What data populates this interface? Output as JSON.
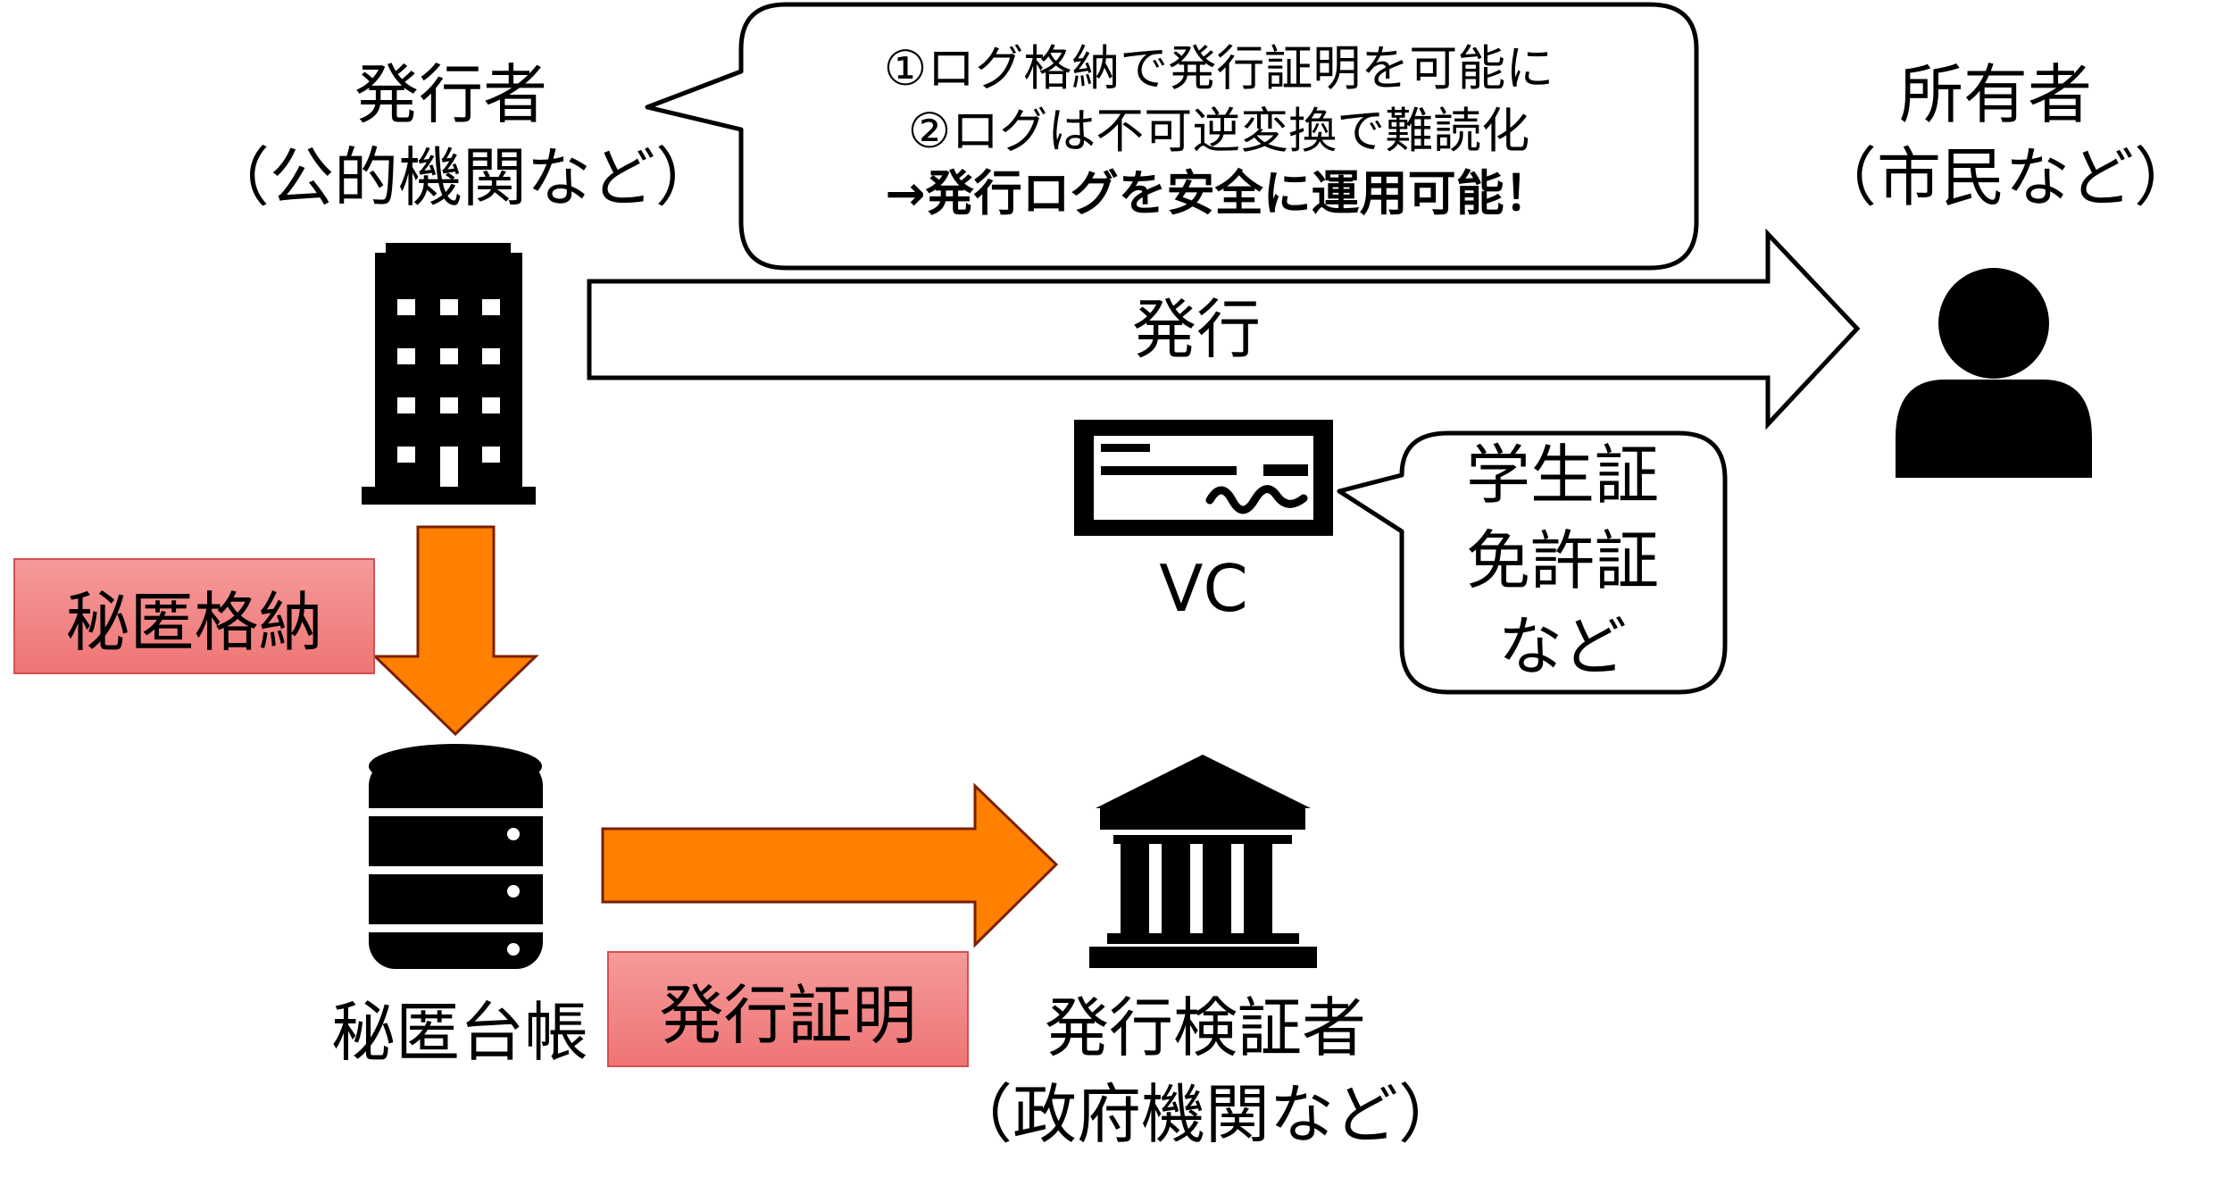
{
  "issuer": {
    "title": "発行者",
    "subtitle": "（公的機関など）"
  },
  "owner": {
    "title": "所有者",
    "subtitle": "（市民など）"
  },
  "issue_arrow": {
    "label": "発行"
  },
  "callout": {
    "line1": "①ログ格納で発行証明を可能に",
    "line2": "②ログは不可逆変換で難読化",
    "line3": "→発行ログを安全に運用可能！"
  },
  "vc": {
    "label": "VC",
    "examples": [
      "学生証",
      "免許証",
      "など"
    ]
  },
  "secret_store_tag": {
    "label": "秘匿格納"
  },
  "ledger": {
    "label": "秘匿台帳"
  },
  "issue_proof_tag": {
    "label": "発行証明"
  },
  "verifier": {
    "title": "発行検証者",
    "subtitle": "（政府機関など）"
  },
  "colors": {
    "orange_arrow": "#ff7f00",
    "tag_fill": "#f28080",
    "icon": "#000000"
  }
}
